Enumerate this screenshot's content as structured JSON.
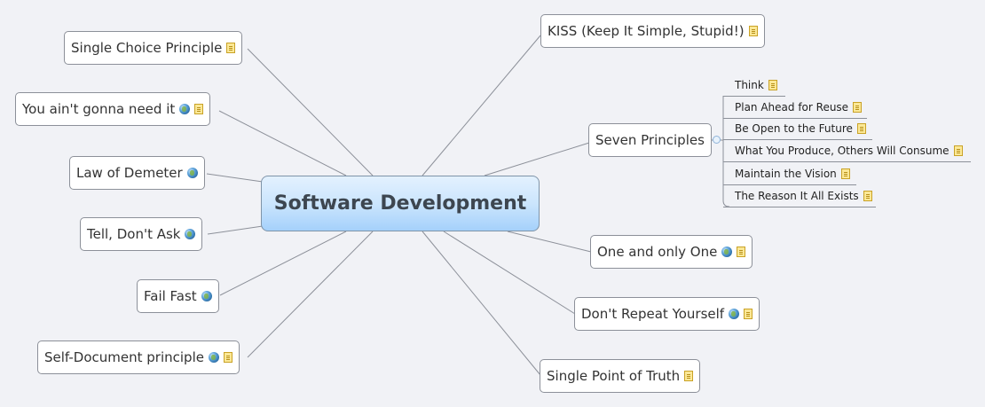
{
  "central": {
    "label": "Software Development"
  },
  "left_topics": [
    {
      "label": "Single Choice Principle",
      "icons": [
        "note-icon"
      ]
    },
    {
      "label": "You ain't gonna need it",
      "icons": [
        "globe-icon",
        "note-icon"
      ]
    },
    {
      "label": "Law of Demeter",
      "icons": [
        "globe-icon"
      ]
    },
    {
      "label": "Tell, Don't Ask",
      "icons": [
        "globe-icon"
      ]
    },
    {
      "label": "Fail Fast",
      "icons": [
        "globe-icon"
      ]
    },
    {
      "label": "Self-Document principle",
      "icons": [
        "globe-icon",
        "note-icon"
      ]
    }
  ],
  "right_topics": [
    {
      "label": "KISS (Keep It Simple, Stupid!)",
      "icons": [
        "note-icon"
      ]
    },
    {
      "label": "Seven Principles",
      "icons": []
    },
    {
      "label": "One and only One",
      "icons": [
        "globe-icon",
        "note-icon"
      ]
    },
    {
      "label": "Don't Repeat Yourself",
      "icons": [
        "globe-icon",
        "note-icon"
      ]
    },
    {
      "label": "Single Point of Truth",
      "icons": [
        "note-icon"
      ]
    }
  ],
  "seven_principles": [
    {
      "label": "Think",
      "icons": [
        "note-icon"
      ]
    },
    {
      "label": "Plan Ahead for Reuse",
      "icons": [
        "note-icon"
      ]
    },
    {
      "label": "Be Open to the Future",
      "icons": [
        "note-icon"
      ]
    },
    {
      "label": "What You Produce, Others Will Consume",
      "icons": [
        "note-icon"
      ]
    },
    {
      "label": "Maintain the Vision",
      "icons": [
        "note-icon"
      ]
    },
    {
      "label": "The Reason It All Exists",
      "icons": [
        "note-icon"
      ]
    }
  ],
  "colors": {
    "background": "#f1f2f6",
    "central_fill": "#b9dcfc",
    "line": "#8c9099",
    "note": "#fbe896"
  }
}
